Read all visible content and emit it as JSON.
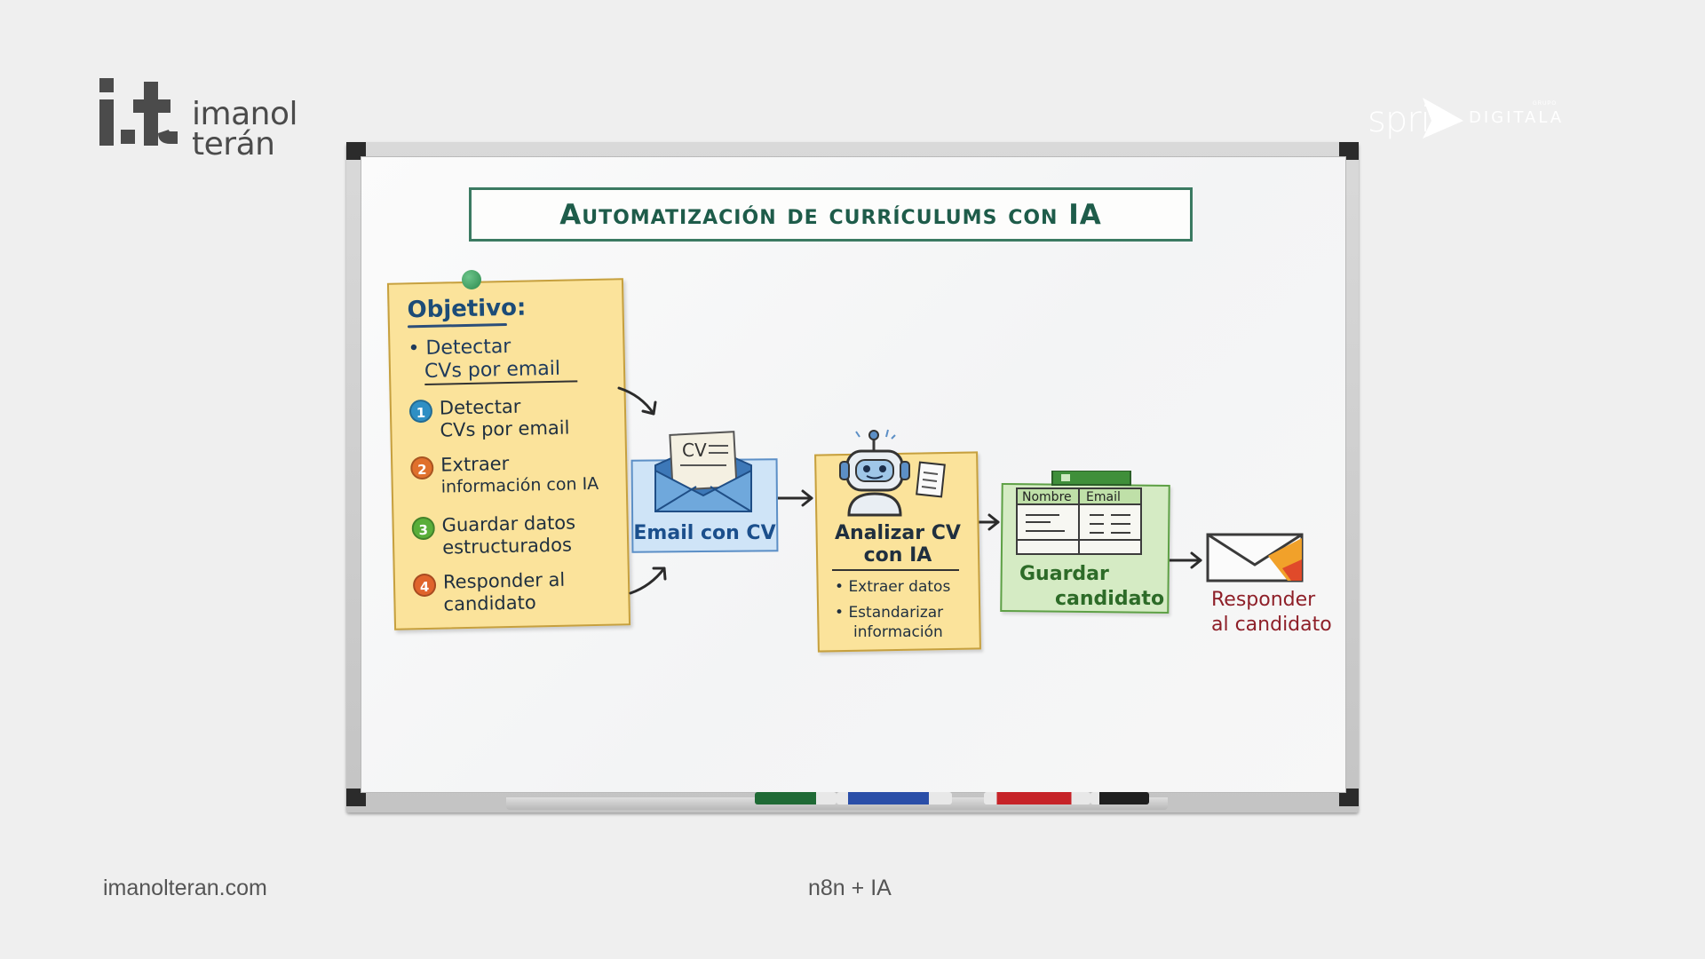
{
  "brand": {
    "name_line1": "imanol",
    "name_line2": "terán",
    "partner_word": "spri",
    "partner_product": "DIGITALA",
    "partner_small": "GRUPO"
  },
  "colors": {
    "title_green": "#1e5c4a",
    "note_yellow": "#fbe39b",
    "email_blue": "#cfe4f7",
    "save_green": "#d5ebc4",
    "respond_red": "#8e1f28",
    "step1": "#2f8fc4",
    "step2": "#e0702c",
    "step3": "#5aae3a",
    "step4": "#e0642c"
  },
  "whiteboard": {
    "title": "Automatización de currículums con IA",
    "objective": {
      "heading": "Objetivo:",
      "bullet_line1": "Detectar",
      "bullet_line2": "CVs por email",
      "steps": [
        {
          "number": "1",
          "line1": "Detectar",
          "line2": "CVs por email"
        },
        {
          "number": "2",
          "line1": "Extraer",
          "line2": "información con IA"
        },
        {
          "number": "3",
          "line1": "Guardar datos",
          "line2": "estructurados"
        },
        {
          "number": "4",
          "line1": "Responder al",
          "line2": "candidato"
        }
      ]
    },
    "flow": {
      "email": {
        "icon_text": "CV",
        "label": "Email con CV",
        "icon": "envelope-icon"
      },
      "analyze": {
        "line1": "Analizar CV",
        "line2": "con IA",
        "items": [
          "Extraer datos",
          "Estandarizar",
          "información"
        ],
        "icon": "robot-icon"
      },
      "save": {
        "col1": "Nombre",
        "col2": "Email",
        "line1": "Guardar",
        "line2": "candidato",
        "icon": "spreadsheet-icon"
      },
      "respond": {
        "line1": "Responder",
        "line2": "al candidato",
        "icon": "mail-icon"
      }
    }
  },
  "footer": {
    "website": "imanolteran.com",
    "topic": "n8n + IA"
  }
}
